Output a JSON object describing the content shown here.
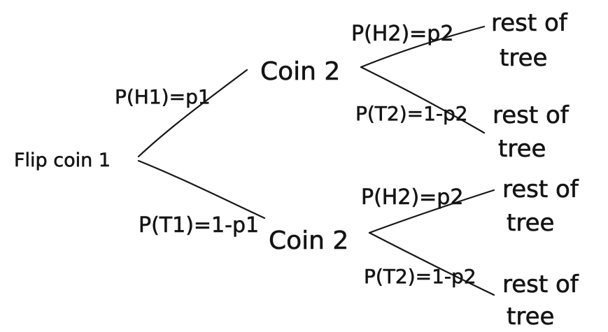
{
  "tree": {
    "root": "Flip coin 1",
    "nodes": {
      "upper": "Coin 2",
      "lower": "Coin 2"
    },
    "labels": {
      "h1": "P(H1)=p1",
      "t1": "P(T1)=1-p1",
      "upper_h2": "P(H2)=p2",
      "upper_t2": "P(T2)=1-p2",
      "lower_h2": "P(H2)=p2",
      "lower_t2": "P(T2)=1-p2"
    },
    "leaves": {
      "line1": "rest of",
      "line2": "tree"
    }
  }
}
